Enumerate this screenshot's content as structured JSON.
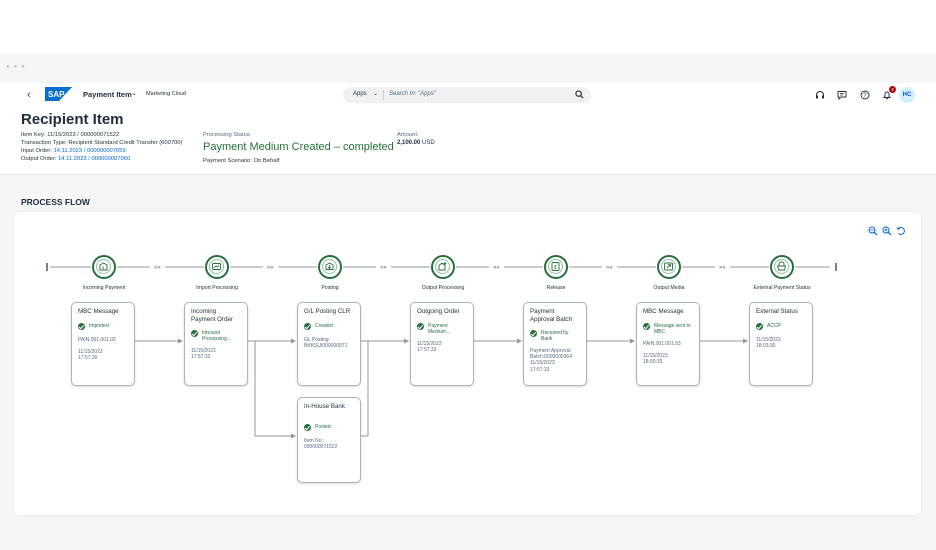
{
  "shell": {
    "back": "‹",
    "app_name": "Payment Item",
    "app_chevron": "⌄",
    "sub_name": "Marketing Cloud",
    "search_scope": "Apps",
    "search_placeholder": "Search In: \"Apps\"",
    "notification_count": "4",
    "avatar": "HC",
    "icons": [
      "headset-icon",
      "feedback-icon",
      "help-icon",
      "bell-icon",
      "search-icon"
    ]
  },
  "header": {
    "title": "Recipient Item",
    "item_key": "Item Key: 11/15/2023 / 000000071522",
    "transaction_type": "Transaction Type: Recipient Standard Credit Transfer (600700)",
    "input_order_label": "Input Order:",
    "input_order_value": "14.11.2023 / 000000007059",
    "output_order_label": "Output Order:",
    "output_order_value": "14.11.2023 / 000000007060",
    "processing_status_label": "Processing Status:",
    "processing_status": "Payment Medium Created – completed",
    "payment_scenario": "Payment Scenario: On Behalf",
    "amount_label": "Amount:",
    "amount_value": "2,100.00",
    "amount_currency": "USD"
  },
  "section_title": "PROCESS FLOW",
  "colors": {
    "success": "#256f3a",
    "link": "#0064d9",
    "text": "#1d2d3e",
    "brand": "#0a6ed1"
  },
  "lanes": [
    {
      "label": "Incoming Payment",
      "icon": "incoming-payment-icon"
    },
    {
      "label": "Import Processing",
      "icon": "import-processing-icon"
    },
    {
      "label": "Posting",
      "icon": "posting-icon"
    },
    {
      "label": "Output Processing",
      "icon": "output-processing-icon"
    },
    {
      "label": "Release",
      "icon": "release-icon"
    },
    {
      "label": "Output Media",
      "icon": "output-media-icon"
    },
    {
      "label": "External Payment Status",
      "icon": "external-status-icon"
    }
  ],
  "nodes": [
    {
      "title": "MBC Message",
      "status": "Imported",
      "lines": [
        "PAIN.001.001.03",
        "",
        "11/15/2023",
        "17:57:30"
      ]
    },
    {
      "title": "Incoming Payment Order",
      "status": "Inbound Processing…",
      "lines": [
        "11/15/2023",
        "17:57:32"
      ]
    },
    {
      "title": "G/L Posting CLR",
      "status": "Created",
      "lines": [
        "GL Posting:",
        "BKKSUI000000071"
      ]
    },
    {
      "title": "In-House Bank",
      "status": "Posted",
      "lines": [
        "Item No.:",
        "000000071522"
      ]
    },
    {
      "title": "Outgoing Order",
      "status": "Payment Medium…",
      "lines": [
        "11/15/2023",
        "17:57:33"
      ]
    },
    {
      "title": "Payment Approval Batch",
      "status": "Received by Bank",
      "lines": [
        "Payment Approval",
        "Batch:0000000364",
        "11/15/2023",
        "17:57:33"
      ]
    },
    {
      "title": "MBC Message",
      "status": "Message sent to MBC",
      "lines": [
        "PAIN.001.001.03",
        "",
        "11/15/2023",
        "18:00:33"
      ]
    },
    {
      "title": "External Status",
      "status": "ACCP",
      "lines": [
        "11/15/2023",
        "18:03:30"
      ]
    }
  ]
}
